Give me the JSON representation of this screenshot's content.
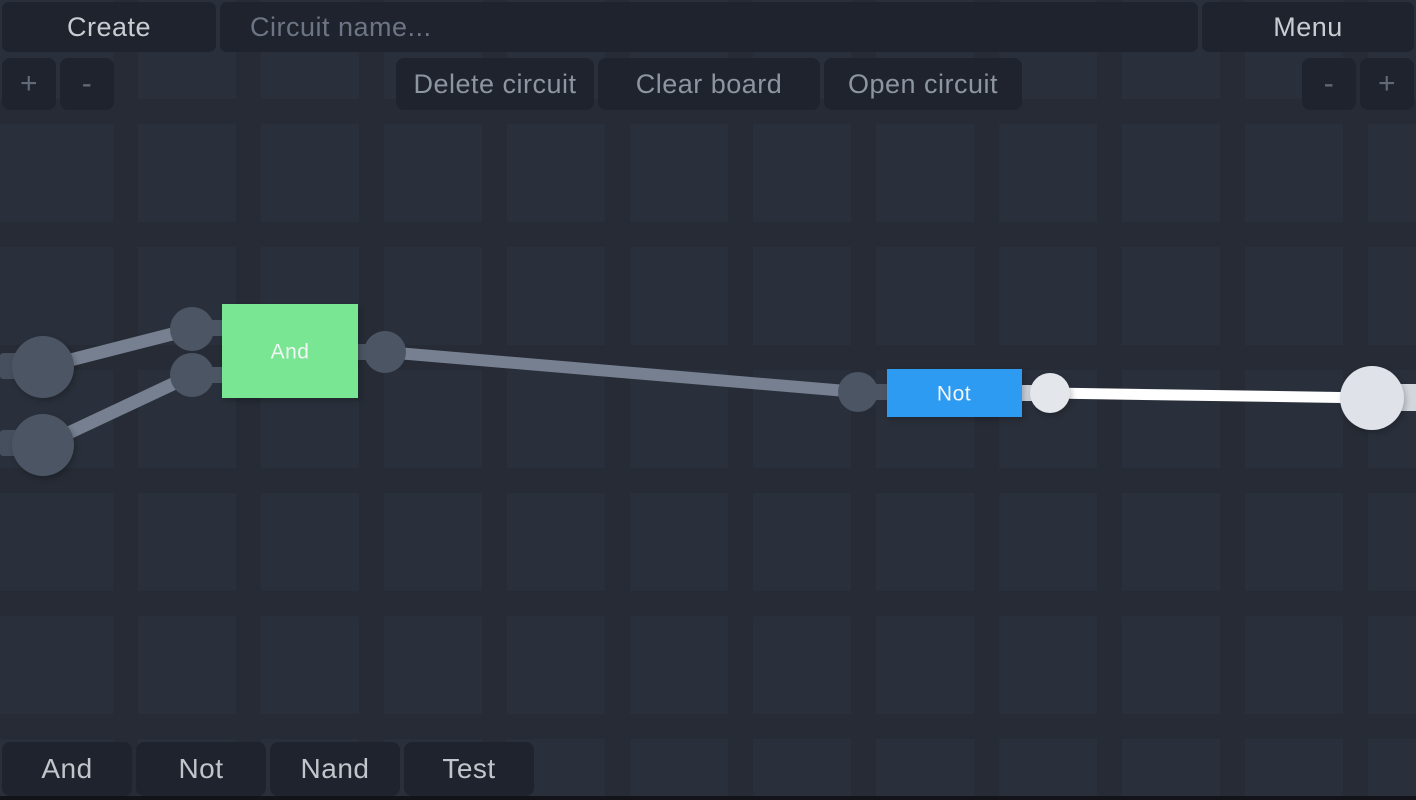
{
  "top_bar": {
    "create_label": "Create",
    "circuit_name_placeholder": "Circuit name...",
    "menu_label": "Menu"
  },
  "toolbar": {
    "zoom_in_label": "+",
    "zoom_out_label": "-",
    "delete_circuit_label": "Delete circuit",
    "clear_board_label": "Clear board",
    "open_circuit_label": "Open circuit"
  },
  "palette": {
    "items": [
      {
        "label": "And"
      },
      {
        "label": "Not"
      },
      {
        "label": "Nand"
      },
      {
        "label": "Test"
      }
    ]
  },
  "circuit": {
    "gates": [
      {
        "label": "And",
        "color": "#79e694"
      },
      {
        "label": "Not",
        "color": "#2e9bf3"
      }
    ],
    "wire_off_color": "#768090",
    "wire_on_color": "#ffffff",
    "node_off_color": "#4c5564",
    "node_on_color": "#e3e6eb",
    "output_node_color": "#dfe3e9"
  },
  "colors": {
    "background": "#262b35",
    "grid_square": "#2a303b",
    "panel_button": "#1f232d"
  }
}
